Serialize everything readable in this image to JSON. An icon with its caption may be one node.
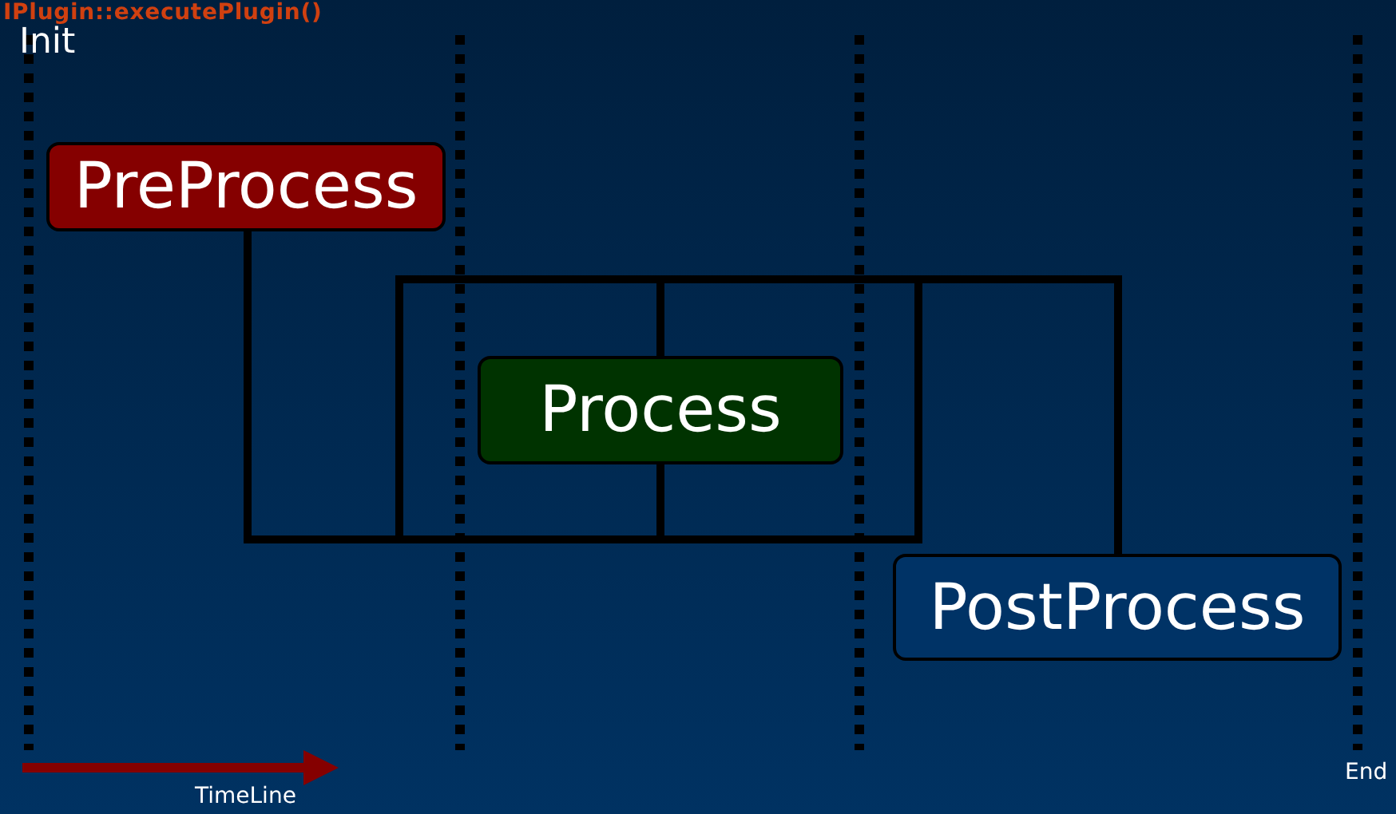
{
  "diagram": {
    "title": "IPlugin::executePlugin()",
    "nodes": [
      {
        "text": [
          "PreProcess"
        ]
      },
      {
        "text": [
          "Process"
        ]
      },
      {
        "text": [
          "PostProcess"
        ]
      }
    ],
    "edges": [
      {
        "from": 0,
        "to": 1,
        "arrow": "none"
      },
      {
        "from": 1,
        "to": 2,
        "arrow": "none"
      }
    ],
    "labels": [
      "Init",
      "TimeLine",
      "End"
    ]
  }
}
